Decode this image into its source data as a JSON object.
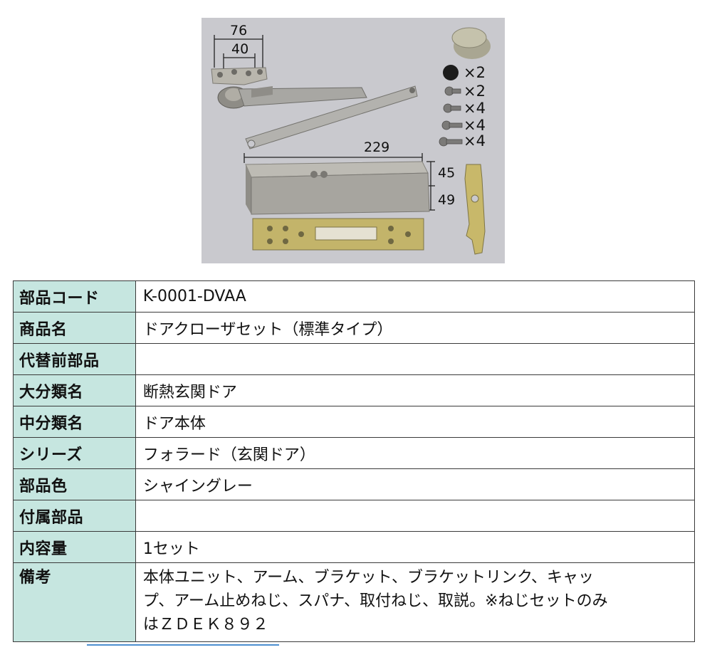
{
  "figure": {
    "dimensions": {
      "arm_outer": "76",
      "arm_inner": "40",
      "body_length": "229",
      "body_height_top": "45",
      "body_height_bottom": "49"
    },
    "parts": [
      {
        "icon": "cap-icon",
        "qty": ""
      },
      {
        "icon": "nut-icon",
        "qty": "×2"
      },
      {
        "icon": "screw-icon",
        "qty": "×2"
      },
      {
        "icon": "screw-icon",
        "qty": "×4"
      },
      {
        "icon": "screw-icon",
        "qty": "×4"
      },
      {
        "icon": "screw-icon",
        "qty": "×4"
      }
    ]
  },
  "table": {
    "rows": [
      {
        "key": "部品コード",
        "value": "K-0001-DVAA"
      },
      {
        "key": "商品名",
        "value": "ドアクローザセット（標準タイプ）"
      },
      {
        "key": "代替前部品",
        "value": ""
      },
      {
        "key": "大分類名",
        "value": "断熱玄関ドア"
      },
      {
        "key": "中分類名",
        "value": "ドア本体"
      },
      {
        "key": "シリーズ",
        "value": "フォラード（玄関ドア）"
      },
      {
        "key": "部品色",
        "value": "シャイングレー"
      },
      {
        "key": "付属部品",
        "value": ""
      },
      {
        "key": "内容量",
        "value": "1セット"
      }
    ],
    "note": {
      "key": "備考",
      "lines": [
        "本体ユニット、アーム、ブラケット、ブラケットリンク、キャッ",
        "プ、アーム止めねじ、スパナ、取付ねじ、取説。※ねじセットのみ",
        "はＺＤＥＫ８９２"
      ]
    }
  }
}
